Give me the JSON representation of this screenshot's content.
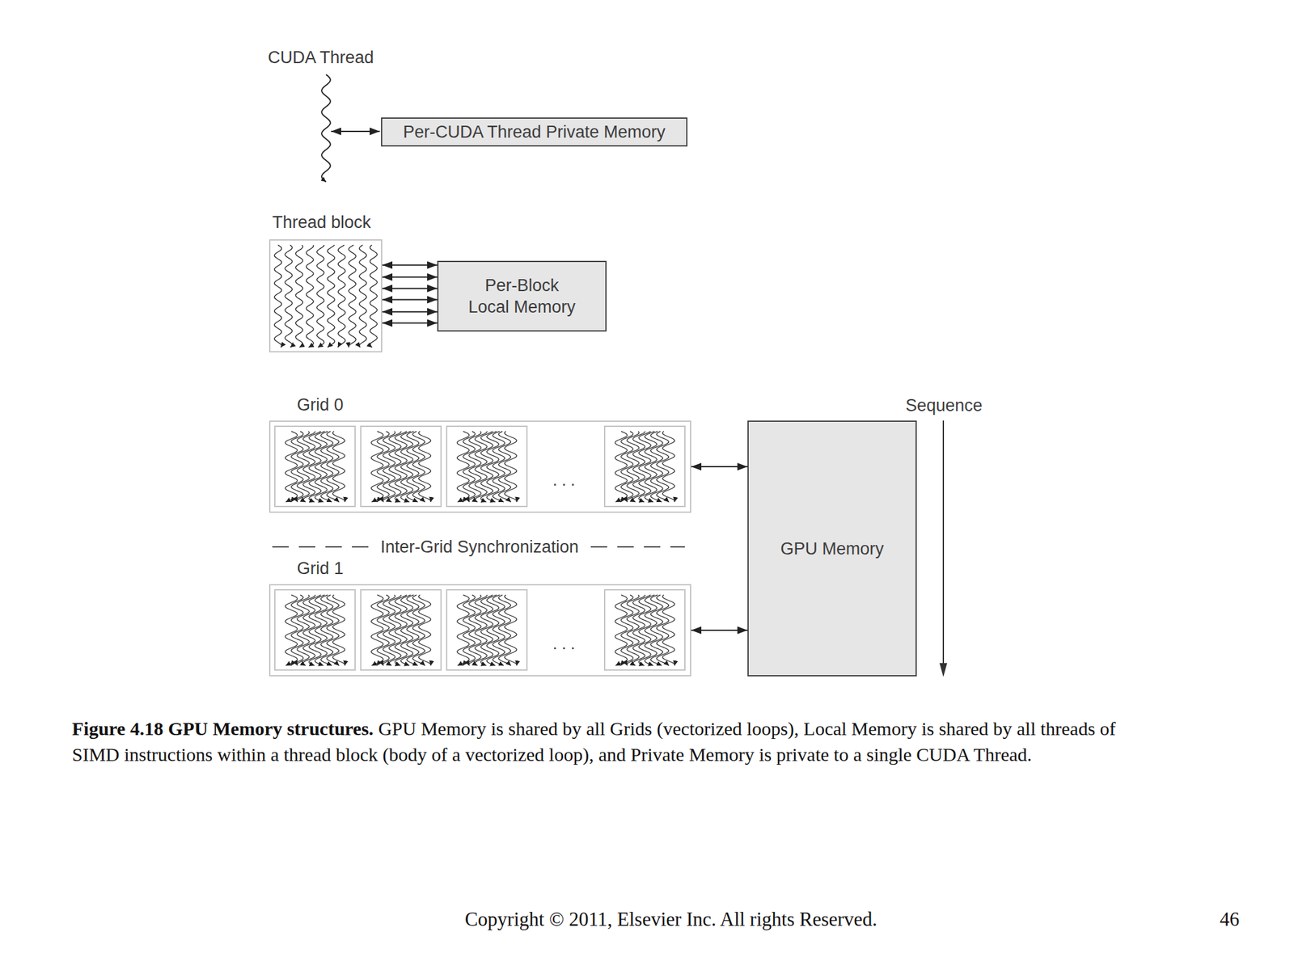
{
  "diagram": {
    "title": "Figure 4.18 GPU Memory structures.",
    "caption": "GPU Memory is shared by all Grids (vectorized loops), Local Memory is shared by all threads of SIMD instructions within a thread block (body of a vectorized loop), and Private Memory is private to a single CUDA Thread.",
    "nodes": [
      {
        "text": [
          "Per-CUDA Thread Private Memory"
        ]
      },
      {
        "text": [
          "Thread block"
        ]
      },
      {
        "text": [
          "Per-Block Local Memory"
        ]
      },
      {
        "text": [
          "Grid 0"
        ]
      },
      {
        "text": [
          "GPU Memory"
        ]
      },
      {
        "text": [
          "Grid 1"
        ]
      }
    ],
    "edges": [
      {
        "from": 1,
        "to": 2,
        "arrow": "both"
      },
      {
        "from": 1,
        "to": 2,
        "arrow": "both"
      },
      {
        "from": 1,
        "to": 2,
        "arrow": "both"
      },
      {
        "from": 1,
        "to": 2,
        "arrow": "both"
      },
      {
        "from": 1,
        "to": 2,
        "arrow": "both"
      },
      {
        "from": 1,
        "to": 2,
        "arrow": "both"
      },
      {
        "from": 3,
        "to": 4,
        "arrow": "both"
      },
      {
        "from": 5,
        "to": 4,
        "arrow": "both"
      }
    ],
    "labels": [
      "CUDA Thread",
      "Inter-Grid Synchronization",
      "Sequence",
      "...",
      "...",
      "Copyright © 2011, Elsevier Inc. All rights Reserved.",
      "46"
    ]
  }
}
